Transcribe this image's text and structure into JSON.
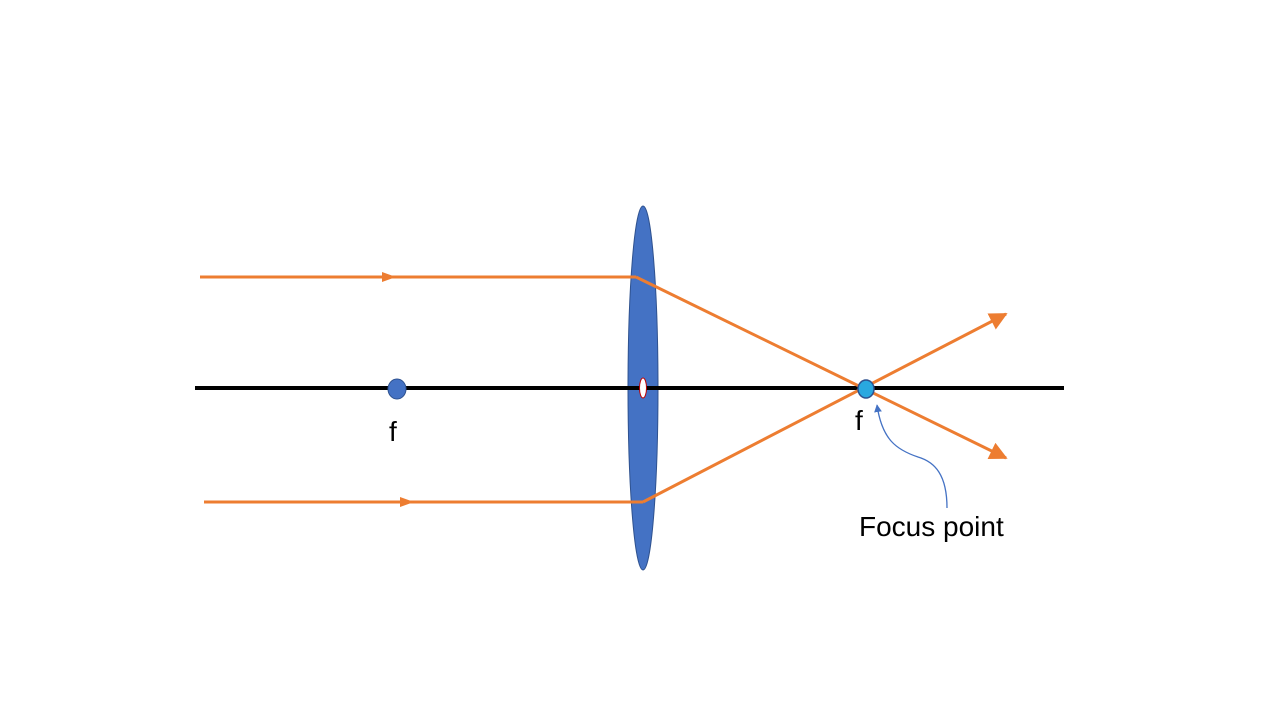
{
  "diagram": {
    "labels": {
      "focal_left": "f",
      "focal_right": "f",
      "annotation": "Focus point"
    },
    "colors": {
      "background": "#ffffff",
      "axis": "#000000",
      "lens": "#4472c4",
      "lens_center": "#ffffff",
      "lens_center_stroke": "#c00000",
      "ray": "#ed7d31",
      "focal_point_left": "#4472c4",
      "focal_point_right": "#29a8e0",
      "annotation_arrow": "#4472c4"
    }
  }
}
